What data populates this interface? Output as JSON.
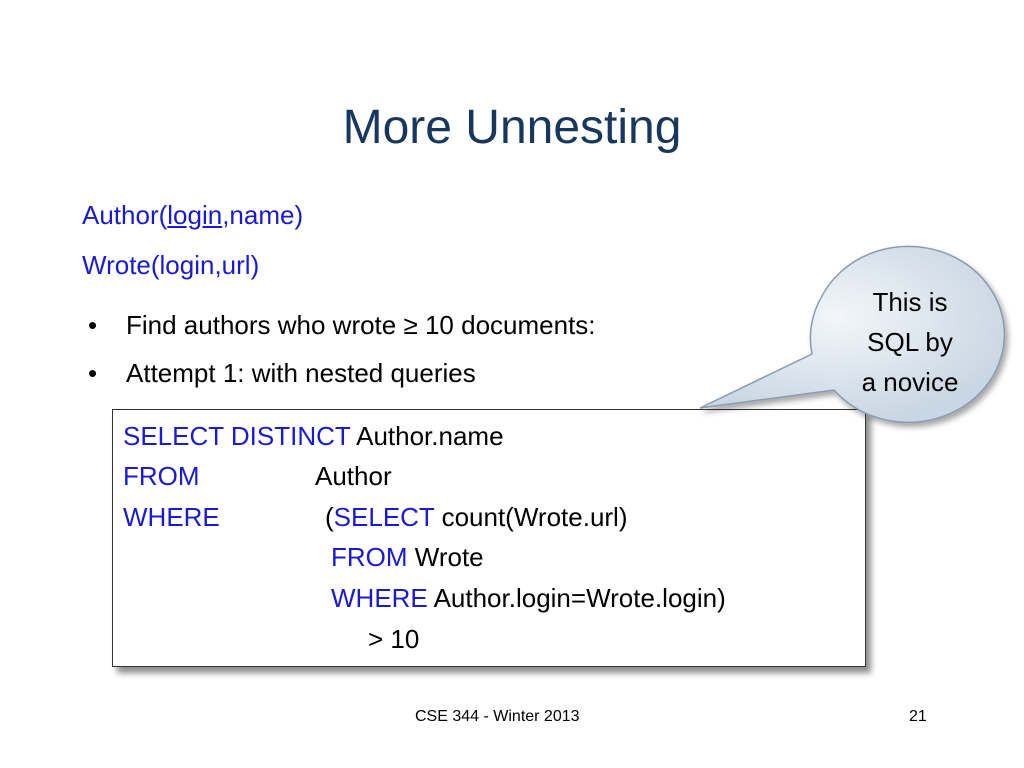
{
  "title": "More Unnesting",
  "schema": {
    "author_prefix": "Author(",
    "author_key": "login",
    "author_suffix": ",name)",
    "wrote": "Wrote(login,url)"
  },
  "bullets": [
    "Find authors who wrote ≥ 10 documents:",
    "Attempt 1: with nested queries"
  ],
  "bullet_symbol": "•",
  "sql": {
    "l1_kw": "SELECT DISTINCT",
    "l1_rest": " Author.name",
    "l2_kw": "FROM",
    "l2_rest": "Author",
    "l3_kw": "WHERE",
    "l3_paren": "(",
    "l3_kw2": "SELECT",
    "l3_rest": " count(Wrote.url)",
    "l4_kw": "FROM",
    "l4_rest": " Wrote",
    "l5_kw": "WHERE",
    "l5_rest": " Author.login=Wrote.login)",
    "l6": "> 10"
  },
  "callout": {
    "line1": "This is",
    "line2": "SQL by",
    "line3": "a novice"
  },
  "footer": {
    "course": "CSE 344 - Winter 2013",
    "page": "21"
  },
  "colors": {
    "title": "#17375e",
    "keyword": "#1a1ad6",
    "callout_fill": "#dde6ef"
  }
}
